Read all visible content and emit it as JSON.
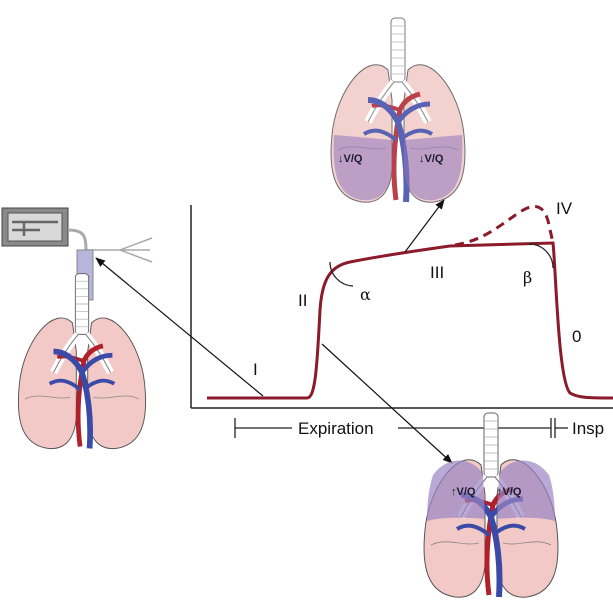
{
  "colors": {
    "curve": "#8b1a2b",
    "axis": "#222222",
    "lung_fill": "#f2c9c6",
    "lung_purple": "#9b84c4",
    "lung_outline": "#555555",
    "vein": "#3b4aa6",
    "artery": "#b0202a",
    "airway": "#ffffff",
    "device": "#8a8a8a"
  },
  "phases": {
    "p1": "I",
    "p2": "II",
    "p3": "III",
    "p4": "IV",
    "p0": "0"
  },
  "angles": {
    "alpha": "α",
    "beta": "β"
  },
  "timeline": {
    "expiration": "Expiration",
    "inspiration": "Insp"
  },
  "lungs": {
    "top_left_vq": "↓V/Q",
    "top_right_vq": "↓V/Q",
    "bottom_left_vq": "↑V/Q",
    "bottom_right_vq": "↑V/Q"
  },
  "icons": [
    "capnometer-icon",
    "lungs-icon",
    "lungs-icon",
    "lungs-icon"
  ]
}
